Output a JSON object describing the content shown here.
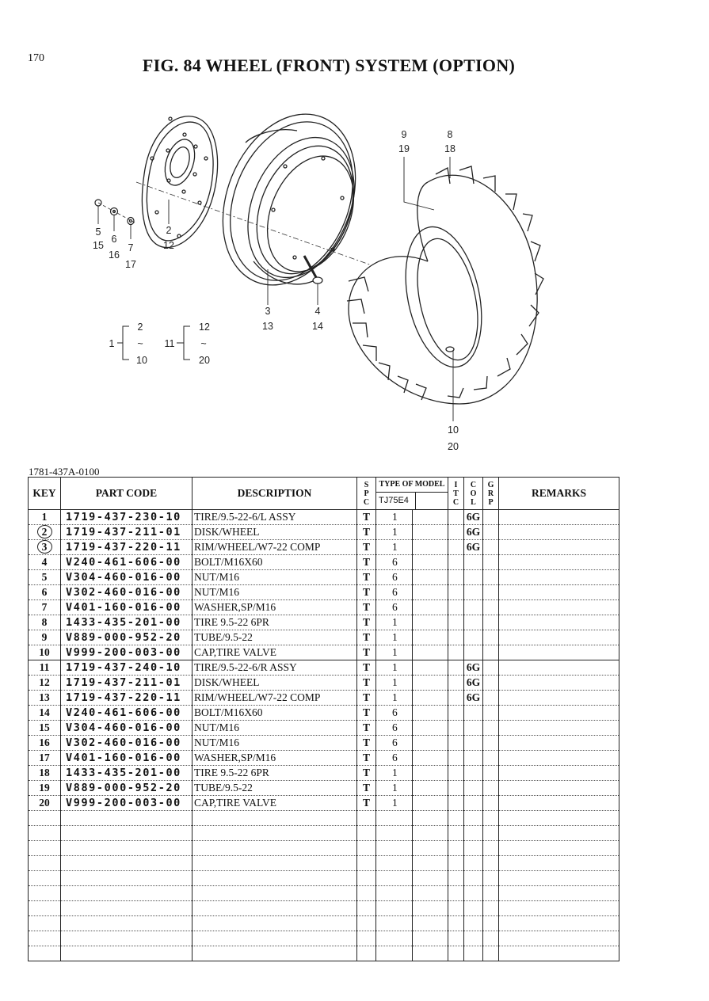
{
  "page": {
    "number": "170",
    "title": "FIG. 84  WHEEL (FRONT) SYSTEM (OPTION)"
  },
  "figure": {
    "callouts": {
      "c9_19_top": "9",
      "c9_19_bot": "19",
      "c8_18_top": "8",
      "c8_18_bot": "18",
      "c5_15_top": "5",
      "c5_15_bot": "15",
      "c6_16_top": "6",
      "c6_16_bot": "16",
      "c7_17_top": "7",
      "c7_17_bot": "17",
      "c2_12_top": "2",
      "c2_12_bot": "12",
      "c3_13_top": "3",
      "c3_13_bot": "13",
      "c4_14_top": "4",
      "c4_14_bot": "14",
      "c10_20_top": "10",
      "c10_20_bot": "20"
    },
    "assembly_legend": [
      {
        "parent": "1",
        "from": "2",
        "to": "10"
      },
      {
        "parent": "11",
        "from": "12",
        "to": "20"
      }
    ]
  },
  "document_code": "1781-437A-0100",
  "table": {
    "headers": {
      "key": "KEY",
      "part_code": "PART CODE",
      "description": "DESCRIPTION",
      "spc": [
        "S",
        "P",
        "C"
      ],
      "type_of_model": "TYPE OF MODEL",
      "model": "TJ75E4",
      "itc": [
        "I",
        "T",
        "C"
      ],
      "col": [
        "C",
        "O",
        "L"
      ],
      "grp": [
        "G",
        "R",
        "P"
      ],
      "remarks": "REMARKS"
    },
    "rows": [
      {
        "key": "1",
        "code": "1719-437-230-10",
        "desc": "TIRE/9.5-22-6/L ASSY",
        "spc": "T",
        "qty": "1",
        "col": "6G",
        "circled": false
      },
      {
        "key": "2",
        "code": "1719-437-211-01",
        "desc": "DISK/WHEEL",
        "spc": "T",
        "qty": "1",
        "col": "6G",
        "circled": true
      },
      {
        "key": "3",
        "code": "1719-437-220-11",
        "desc": "RIM/WHEEL/W7-22 COMP",
        "spc": "T",
        "qty": "1",
        "col": "6G",
        "circled": true
      },
      {
        "key": "4",
        "code": "V240-461-606-00",
        "desc": "BOLT/M16X60",
        "spc": "T",
        "qty": "6",
        "col": "",
        "circled": false
      },
      {
        "key": "5",
        "code": "V304-460-016-00",
        "desc": "NUT/M16",
        "spc": "T",
        "qty": "6",
        "col": "",
        "circled": false
      },
      {
        "key": "6",
        "code": "V302-460-016-00",
        "desc": "NUT/M16",
        "spc": "T",
        "qty": "6",
        "col": "",
        "circled": false
      },
      {
        "key": "7",
        "code": "V401-160-016-00",
        "desc": "WASHER,SP/M16",
        "spc": "T",
        "qty": "6",
        "col": "",
        "circled": false
      },
      {
        "key": "8",
        "code": "1433-435-201-00",
        "desc": "TIRE 9.5-22 6PR",
        "spc": "T",
        "qty": "1",
        "col": "",
        "circled": false
      },
      {
        "key": "9",
        "code": "V889-000-952-20",
        "desc": "TUBE/9.5-22",
        "spc": "T",
        "qty": "1",
        "col": "",
        "circled": false
      },
      {
        "key": "10",
        "code": "V999-200-003-00",
        "desc": "CAP,TIRE VALVE",
        "spc": "T",
        "qty": "1",
        "col": "",
        "circled": false
      },
      {
        "key": "11",
        "code": "1719-437-240-10",
        "desc": "TIRE/9.5-22-6/R ASSY",
        "spc": "T",
        "qty": "1",
        "col": "6G",
        "circled": false
      },
      {
        "key": "12",
        "code": "1719-437-211-01",
        "desc": "DISK/WHEEL",
        "spc": "T",
        "qty": "1",
        "col": "6G",
        "circled": false
      },
      {
        "key": "13",
        "code": "1719-437-220-11",
        "desc": "RIM/WHEEL/W7-22 COMP",
        "spc": "T",
        "qty": "1",
        "col": "6G",
        "circled": false
      },
      {
        "key": "14",
        "code": "V240-461-606-00",
        "desc": "BOLT/M16X60",
        "spc": "T",
        "qty": "6",
        "col": "",
        "circled": false
      },
      {
        "key": "15",
        "code": "V304-460-016-00",
        "desc": "NUT/M16",
        "spc": "T",
        "qty": "6",
        "col": "",
        "circled": false
      },
      {
        "key": "16",
        "code": "V302-460-016-00",
        "desc": "NUT/M16",
        "spc": "T",
        "qty": "6",
        "col": "",
        "circled": false
      },
      {
        "key": "17",
        "code": "V401-160-016-00",
        "desc": "WASHER,SP/M16",
        "spc": "T",
        "qty": "6",
        "col": "",
        "circled": false
      },
      {
        "key": "18",
        "code": "1433-435-201-00",
        "desc": "TIRE 9.5-22 6PR",
        "spc": "T",
        "qty": "1",
        "col": "",
        "circled": false
      },
      {
        "key": "19",
        "code": "V889-000-952-20",
        "desc": "TUBE/9.5-22",
        "spc": "T",
        "qty": "1",
        "col": "",
        "circled": false
      },
      {
        "key": "20",
        "code": "V999-200-003-00",
        "desc": "CAP,TIRE VALVE",
        "spc": "T",
        "qty": "1",
        "col": "",
        "circled": false
      }
    ],
    "empty_row_count": 10
  }
}
